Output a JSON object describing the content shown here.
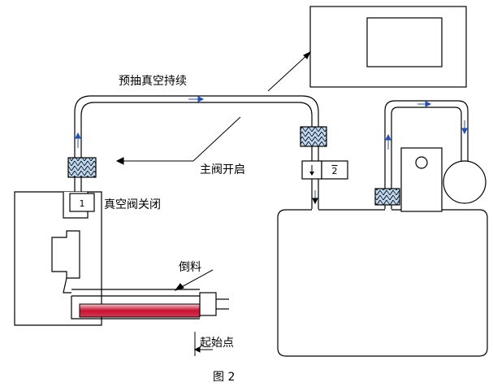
{
  "labels": {
    "pre_vacuum": "预抽真空持续",
    "main_valve_open": "主阀开启",
    "vacuum_valve_closed": "真空阀关闭",
    "pouring": "倒料",
    "start_point": "起始点",
    "figure_caption": "图 2"
  },
  "valves": {
    "valve1_number": "1",
    "valve2_number": "2"
  },
  "colors": {
    "line": "#000000",
    "pipe_fill": "#ffffff",
    "melt": "#c8102e",
    "flow_arrow": "#1f4fbf",
    "filter_fill": "#9fc4e8"
  }
}
